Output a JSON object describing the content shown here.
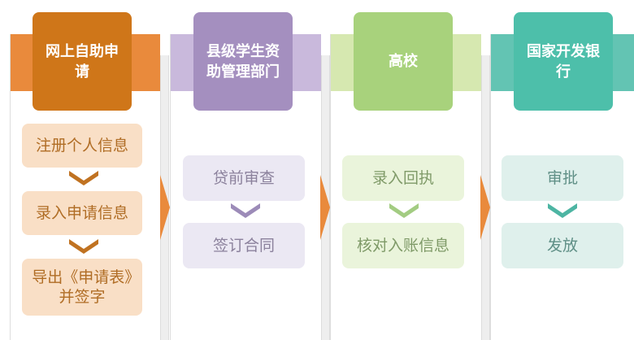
{
  "columns": [
    {
      "title": "网上自助申请",
      "steps": [
        "注册个人信息",
        "录入申请信息",
        "导出《申请表》并签字"
      ]
    },
    {
      "title": "县级学生资助管理部门",
      "steps": [
        "贷前审查",
        "签订合同"
      ]
    },
    {
      "title": "高校",
      "steps": [
        "录入回执",
        "核对入账信息"
      ]
    },
    {
      "title": "国家开发银行",
      "steps": [
        "审批",
        "发放"
      ]
    }
  ],
  "colors": {
    "orange": "#cf7619",
    "purple": "#a48fbf",
    "green": "#a8d27c",
    "teal": "#4dbfaa",
    "arrow": "#e98a3c"
  }
}
